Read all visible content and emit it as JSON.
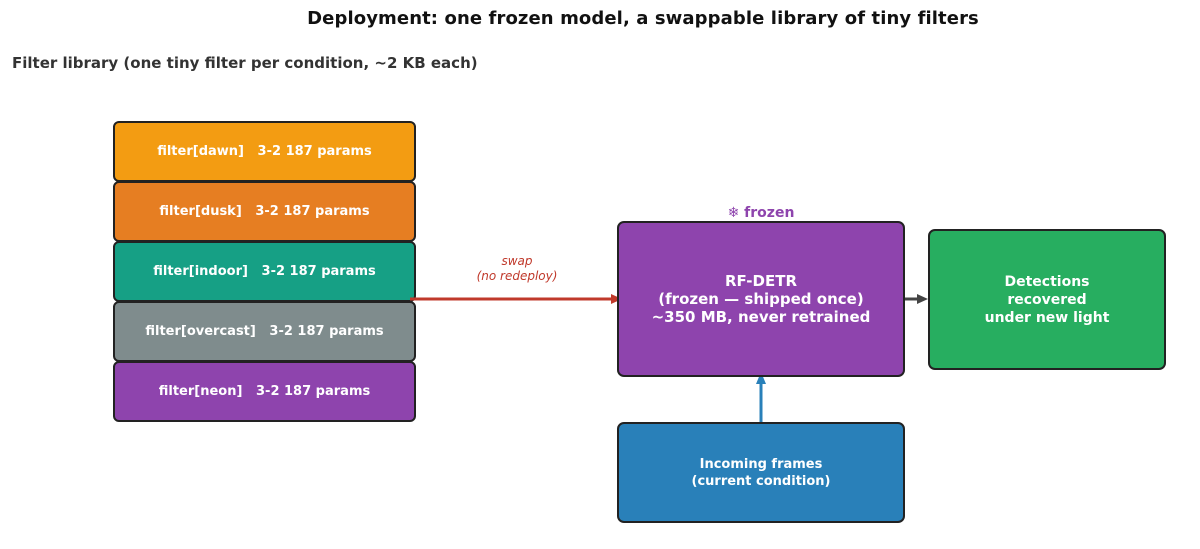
{
  "title": "Deployment: one frozen model, a swappable library of tiny filters",
  "library_label": "Filter library  (one tiny filter per condition, ~2 KB each)",
  "filters": [
    {
      "label": "filter[dawn]   3‑2 187 params",
      "color": "#f39c12"
    },
    {
      "label": "filter[dusk]   3‑2 187 params",
      "color": "#e67e22"
    },
    {
      "label": "filter[indoor]   3‑2 187 params",
      "color": "#16a085"
    },
    {
      "label": "filter[overcast]   3‑2 187 params",
      "color": "#7f8c8d"
    },
    {
      "label": "filter[neon]   3‑2 187 params",
      "color": "#8e44ad"
    }
  ],
  "swap": {
    "line1": "swap",
    "line2": "(no redeploy)",
    "color": "#c0392b"
  },
  "model": {
    "frozen_tag": "❄ frozen",
    "line1": "RF-DETR",
    "line2": "(frozen — shipped once)",
    "line3": "~350 MB, never retrained",
    "color": "#8e44ad"
  },
  "detections": {
    "line1": "Detections",
    "line2": "recovered",
    "line3": "under new light",
    "color": "#27ae60"
  },
  "frames": {
    "line1": "Incoming frames",
    "line2": "(current condition)",
    "color": "#2980b9"
  }
}
